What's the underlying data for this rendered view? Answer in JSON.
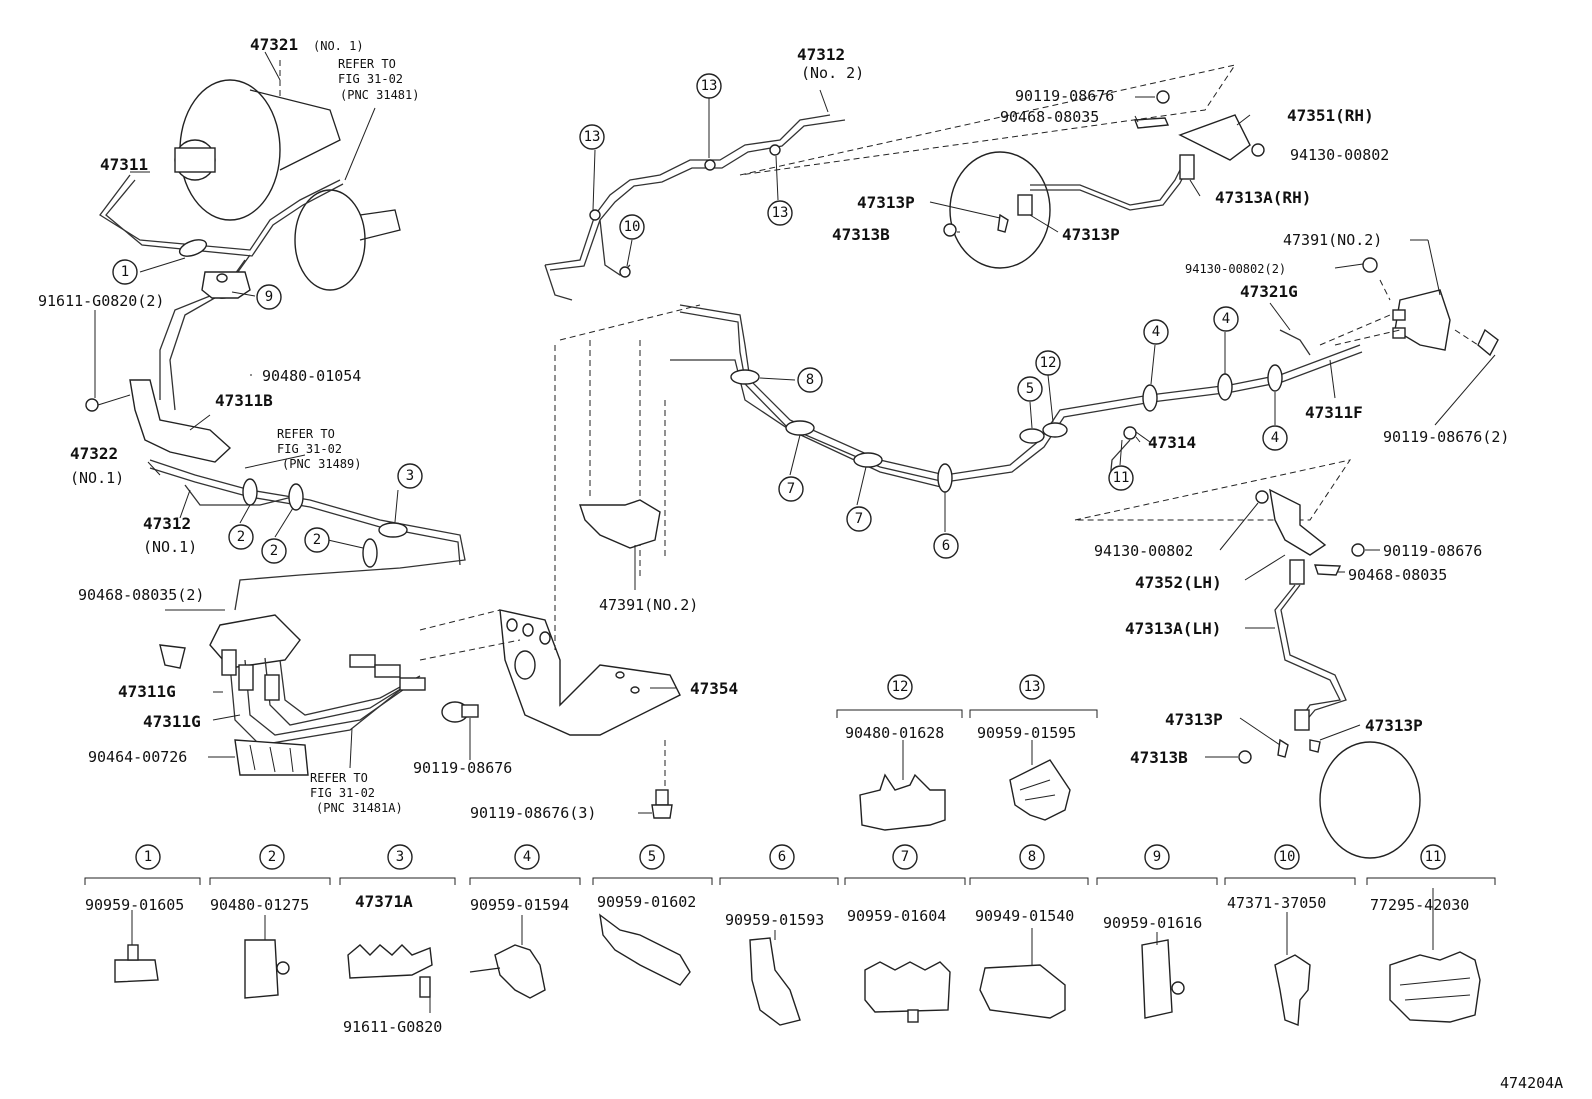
{
  "figure_id": "474204A",
  "main_labels": {
    "p47321_no1": "47321",
    "p47321_no1_suffix": "(NO. 1)",
    "refer_a_1": "REFER TO",
    "refer_a_2": "FIG 31-02",
    "refer_a_3": "(PNC 31481)",
    "p47311": "47311",
    "p91611_g0820_2": "91611-G0820(2)",
    "p90480_01054": "90480-01054",
    "p47311b": "47311B",
    "refer_b_1": "REFER TO",
    "refer_b_2": "FIG 31-02",
    "refer_b_3": "(PNC 31489)",
    "p47322": "47322",
    "p47322_suffix": "(NO.1)",
    "p47312_no1": "47312",
    "p47312_no1_suffix": "(NO.1)",
    "p90468_08035_2": "90468-08035(2)",
    "p47311g_a": "47311G",
    "p47311g_b": "47311G",
    "p90464_00726": "90464-00726",
    "refer_c_1": "REFER TO",
    "refer_c_2": "FIG 31-02",
    "refer_c_3": "(PNC 31481A)",
    "p90119_08676_a": "90119-08676",
    "p90119_08676_3": "90119-08676(3)",
    "p47354": "47354",
    "p47391_no2_a": "47391(NO.2)",
    "p47312_no2": "47312",
    "p47312_no2_suffix": "(No. 2)",
    "p90119_08676_rh": "90119-08676",
    "p90468_08035_rh": "90468-08035",
    "p47351_rh": "47351(RH)",
    "p94130_00802_rh": "94130-00802",
    "p47313p_a": "47313P",
    "p47313a_rh": "47313A(RH)",
    "p47313b_a": "47313B",
    "p47313p_b": "47313P",
    "p47391_no2_b": "47391(NO.2)",
    "p94130_00802_2": "94130-00802(2)",
    "p47321g": "47321G",
    "p47311f": "47311F",
    "p90119_08676_2": "90119-08676(2)",
    "p47314": "47314",
    "p94130_00802_lh": "94130-00802",
    "p90119_08676_lh": "90119-08676",
    "p47352_lh": "47352(LH)",
    "p90468_08035_lh": "90468-08035",
    "p47313a_lh": "47313A(LH)",
    "p47313p_c": "47313P",
    "p47313p_d": "47313P",
    "p47313b_b": "47313B",
    "p90480_01628": "90480-01628",
    "p90959_01595": "90959-01595",
    "p91611_g0820": "91611-G0820"
  },
  "callouts": {
    "n1": "1",
    "n2": "2",
    "n3": "3",
    "n4": "4",
    "n5": "5",
    "n6": "6",
    "n7": "7",
    "n8": "8",
    "n9": "9",
    "n10": "10",
    "n11": "11",
    "n12": "12",
    "n13": "13"
  },
  "legend_groups": [
    {
      "num": "12",
      "part": "90480-01628"
    },
    {
      "num": "13",
      "part": "90959-01595"
    }
  ],
  "legend_row": [
    {
      "num": "1",
      "part": "90959-01605"
    },
    {
      "num": "2",
      "part": "90480-01275"
    },
    {
      "num": "3",
      "part": "47371A"
    },
    {
      "num": "4",
      "part": "90959-01594"
    },
    {
      "num": "5",
      "part": "90959-01602"
    },
    {
      "num": "6",
      "part": "90959-01593"
    },
    {
      "num": "7",
      "part": "90959-01604"
    },
    {
      "num": "8",
      "part": "90949-01540"
    },
    {
      "num": "9",
      "part": "90959-01616"
    },
    {
      "num": "10",
      "part": "47371-37050"
    },
    {
      "num": "11",
      "part": "77295-42030"
    }
  ]
}
